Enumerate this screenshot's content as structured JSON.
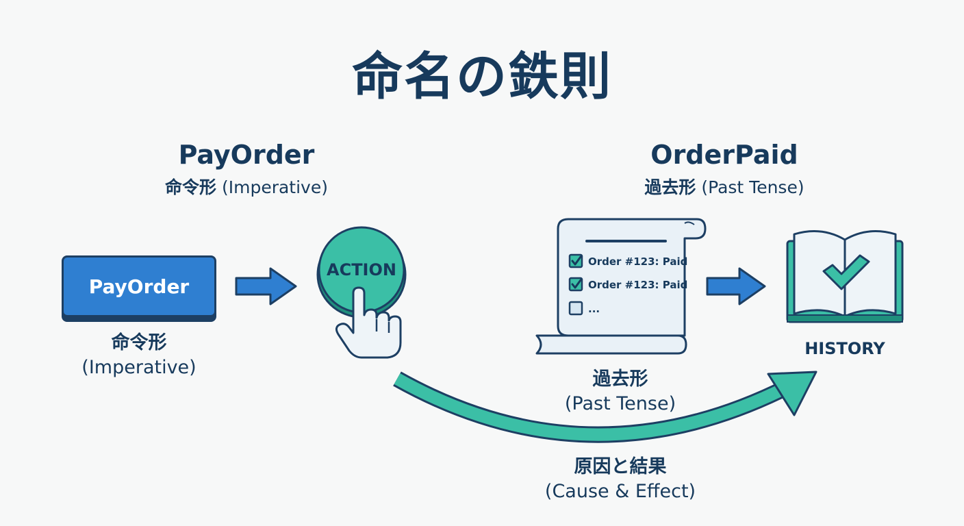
{
  "title": "命名の鉄則",
  "left": {
    "heading": "PayOrder",
    "sub_jp": "命令形",
    "sub_en": "(Imperative)",
    "button_label": "PayOrder",
    "caption_jp": "命令形",
    "caption_en": "(Imperative)",
    "action_label": "ACTION"
  },
  "right": {
    "heading": "OrderPaid",
    "sub_jp": "過去形",
    "sub_en": "(Past Tense)",
    "scroll_items": [
      "Order #123: Paid",
      "Order #123: Paid",
      "..."
    ],
    "caption_jp": "過去形",
    "caption_en": "(Past Tense)",
    "history_label": "HISTORY"
  },
  "bottom": {
    "caption_jp": "原因と結果",
    "caption_en": "(Cause & Effect)"
  },
  "colors": {
    "navy": "#173a5c",
    "blue": "#2f7fd1",
    "teal": "#3bbfa6",
    "paper": "#e9f1f7"
  }
}
